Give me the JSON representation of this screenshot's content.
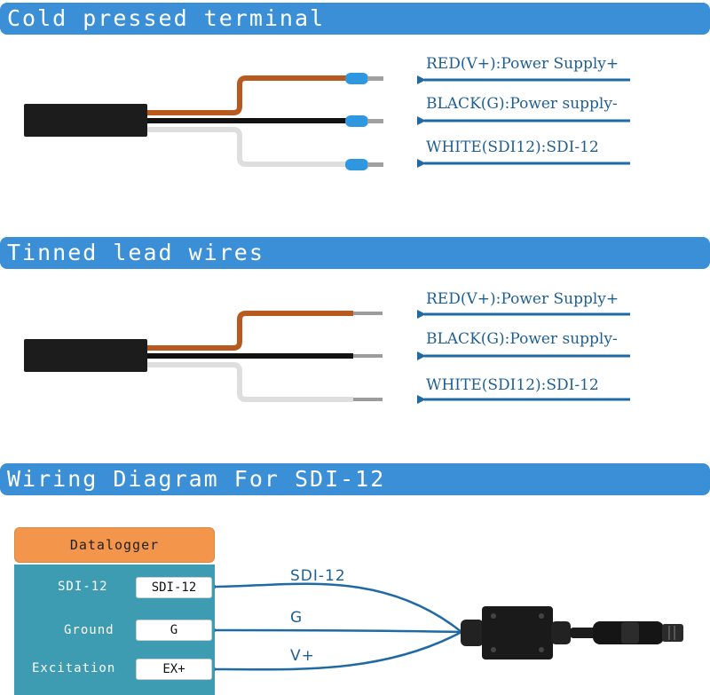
{
  "sections": {
    "cold": {
      "title": "Cold pressed terminal"
    },
    "tinned": {
      "title": "Tinned lead wires"
    },
    "wiring": {
      "title": "Wiring Diagram For SDI-12"
    }
  },
  "wire_labels": {
    "red": "RED(V+):Power Supply+",
    "black": "BLACK(G):Power supply-",
    "white": "WHITE(SDI12):SDI-12"
  },
  "datalogger": {
    "title": "Datalogger",
    "terminals": [
      {
        "name": "SDI-12",
        "code": "SDI-12"
      },
      {
        "name": "Ground",
        "code": "G"
      },
      {
        "name": "Excitation",
        "code": "EX+"
      }
    ]
  },
  "connections": {
    "sdi": "SDI-12",
    "ground": "G",
    "vplus": "V+"
  },
  "colors": {
    "banner": "#3a8fd6",
    "red_wire": "#b85a1e",
    "black_wire": "#111111",
    "white_wire": "#dedede",
    "ferrule": "#2f97e0",
    "arrow": "#1f6aa5",
    "datalogger_head": "#f3954a",
    "datalogger_body": "#3d9cb1"
  }
}
